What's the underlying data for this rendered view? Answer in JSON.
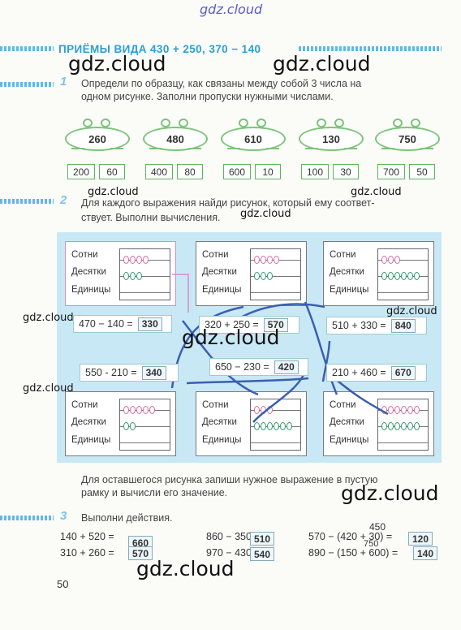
{
  "watermarks": {
    "top": "gdz.cloud",
    "big": "gdz.cloud",
    "small": "gdz.cloud"
  },
  "title": "ПРИЁМЫ ВИДА 430 + 250, 370 − 140",
  "task1": {
    "number": "1",
    "text_line1": "Определи по образцу, как связаны между собой 3 числа на",
    "text_line2": "одном рисунке. Заполни пропуски нужными числами.",
    "frogs": [
      {
        "top": "260",
        "left": "200",
        "right": "60"
      },
      {
        "top": "480",
        "left": "400",
        "right": "80"
      },
      {
        "top": "610",
        "left": "600",
        "right": "10"
      },
      {
        "top": "130",
        "left": "100",
        "right": "30"
      },
      {
        "top": "750",
        "left": "700",
        "right": "50"
      }
    ]
  },
  "task2": {
    "number": "2",
    "text_line1": "Для каждого выражения найди рисунок, который ему соответ-",
    "text_line2": "ствует. Выполни вычисления.",
    "row_labels": {
      "hundreds": "Сотни",
      "tens": "Десятки",
      "units": "Единицы"
    },
    "expressions": [
      {
        "expr": "470 − 140 =",
        "answer": "330"
      },
      {
        "expr": "320 + 250 =",
        "answer": "570"
      },
      {
        "expr": "510 + 330 =",
        "answer": "840"
      },
      {
        "expr": "550 - 210 =",
        "answer": "340"
      },
      {
        "expr": "650 − 230 =",
        "answer": "420"
      },
      {
        "expr": "210 + 460 =",
        "answer": "670"
      }
    ],
    "note_line1": "Для оставшегося рисунка запиши нужное выражение в пустую",
    "note_line2": "рамку и вычисли его значение."
  },
  "task3": {
    "number": "3",
    "text": "Выполни действия.",
    "items": [
      {
        "expr": "140 + 520 =",
        "answer": "660"
      },
      {
        "expr": "860 − 350 =",
        "answer": "510"
      },
      {
        "expr": "570 − (420 + 30) =",
        "answer": "120"
      },
      {
        "expr": "310 + 260 =",
        "answer": "570"
      },
      {
        "expr": "970 − 430 =",
        "answer": "540"
      },
      {
        "expr": "890 − (150 + 600) =",
        "answer": "140"
      }
    ],
    "note_450": "450",
    "note_750": "750"
  },
  "page_number": "50",
  "colors": {
    "accent": "#2a9fd8",
    "frog": "#7cc47a",
    "panel": "#c9e8f5",
    "pink": "#d98ad0",
    "line": "#3a5fb0"
  }
}
